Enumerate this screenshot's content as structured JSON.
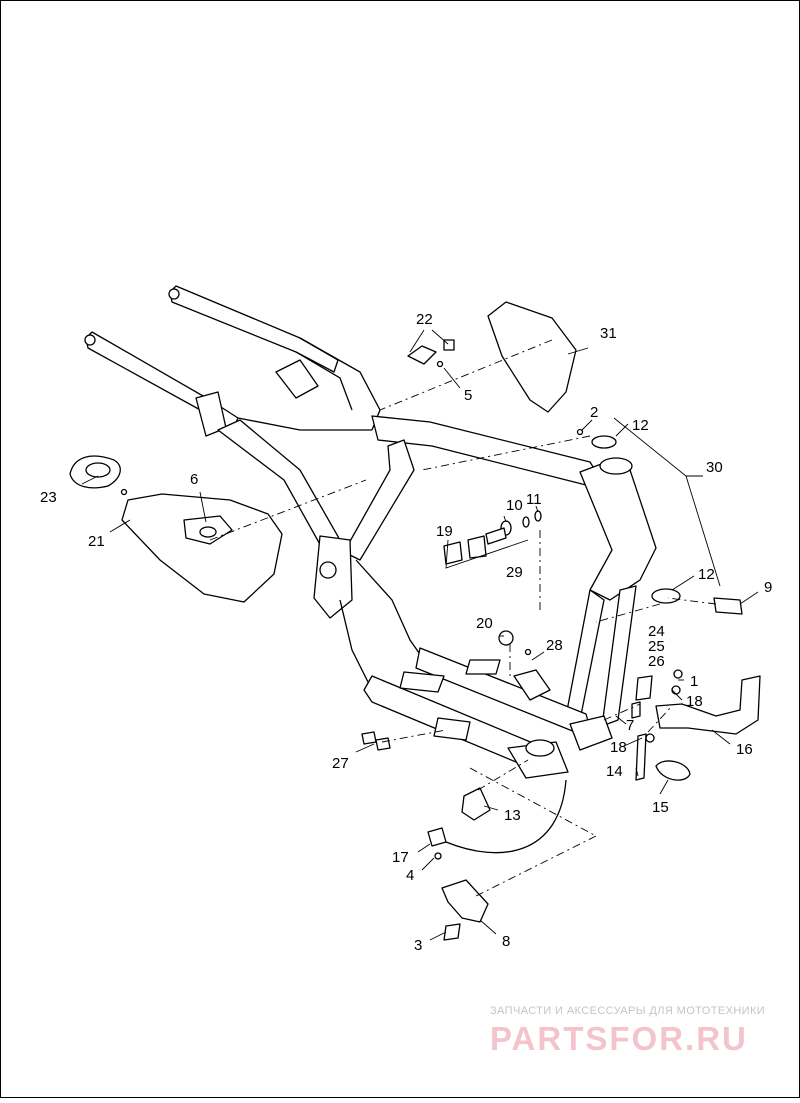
{
  "diagram": {
    "callouts": [
      "1",
      "2",
      "3",
      "4",
      "5",
      "6",
      "7",
      "8",
      "9",
      "10",
      "11",
      "12",
      "13",
      "14",
      "15",
      "16",
      "17",
      "18",
      "19",
      "20",
      "21",
      "22",
      "23",
      "24",
      "25",
      "26",
      "27",
      "28",
      "29",
      "30",
      "31"
    ],
    "callout_12_repeat": "12",
    "callout_18_repeat": "18"
  },
  "watermark": {
    "tagline": "ЗАПЧАСТИ И АКСЕССУАРЫ ДЛЯ МОТОТЕХНИКИ",
    "logo_text": "PARTSFOR.RU",
    "color": "#f3c4cc"
  }
}
